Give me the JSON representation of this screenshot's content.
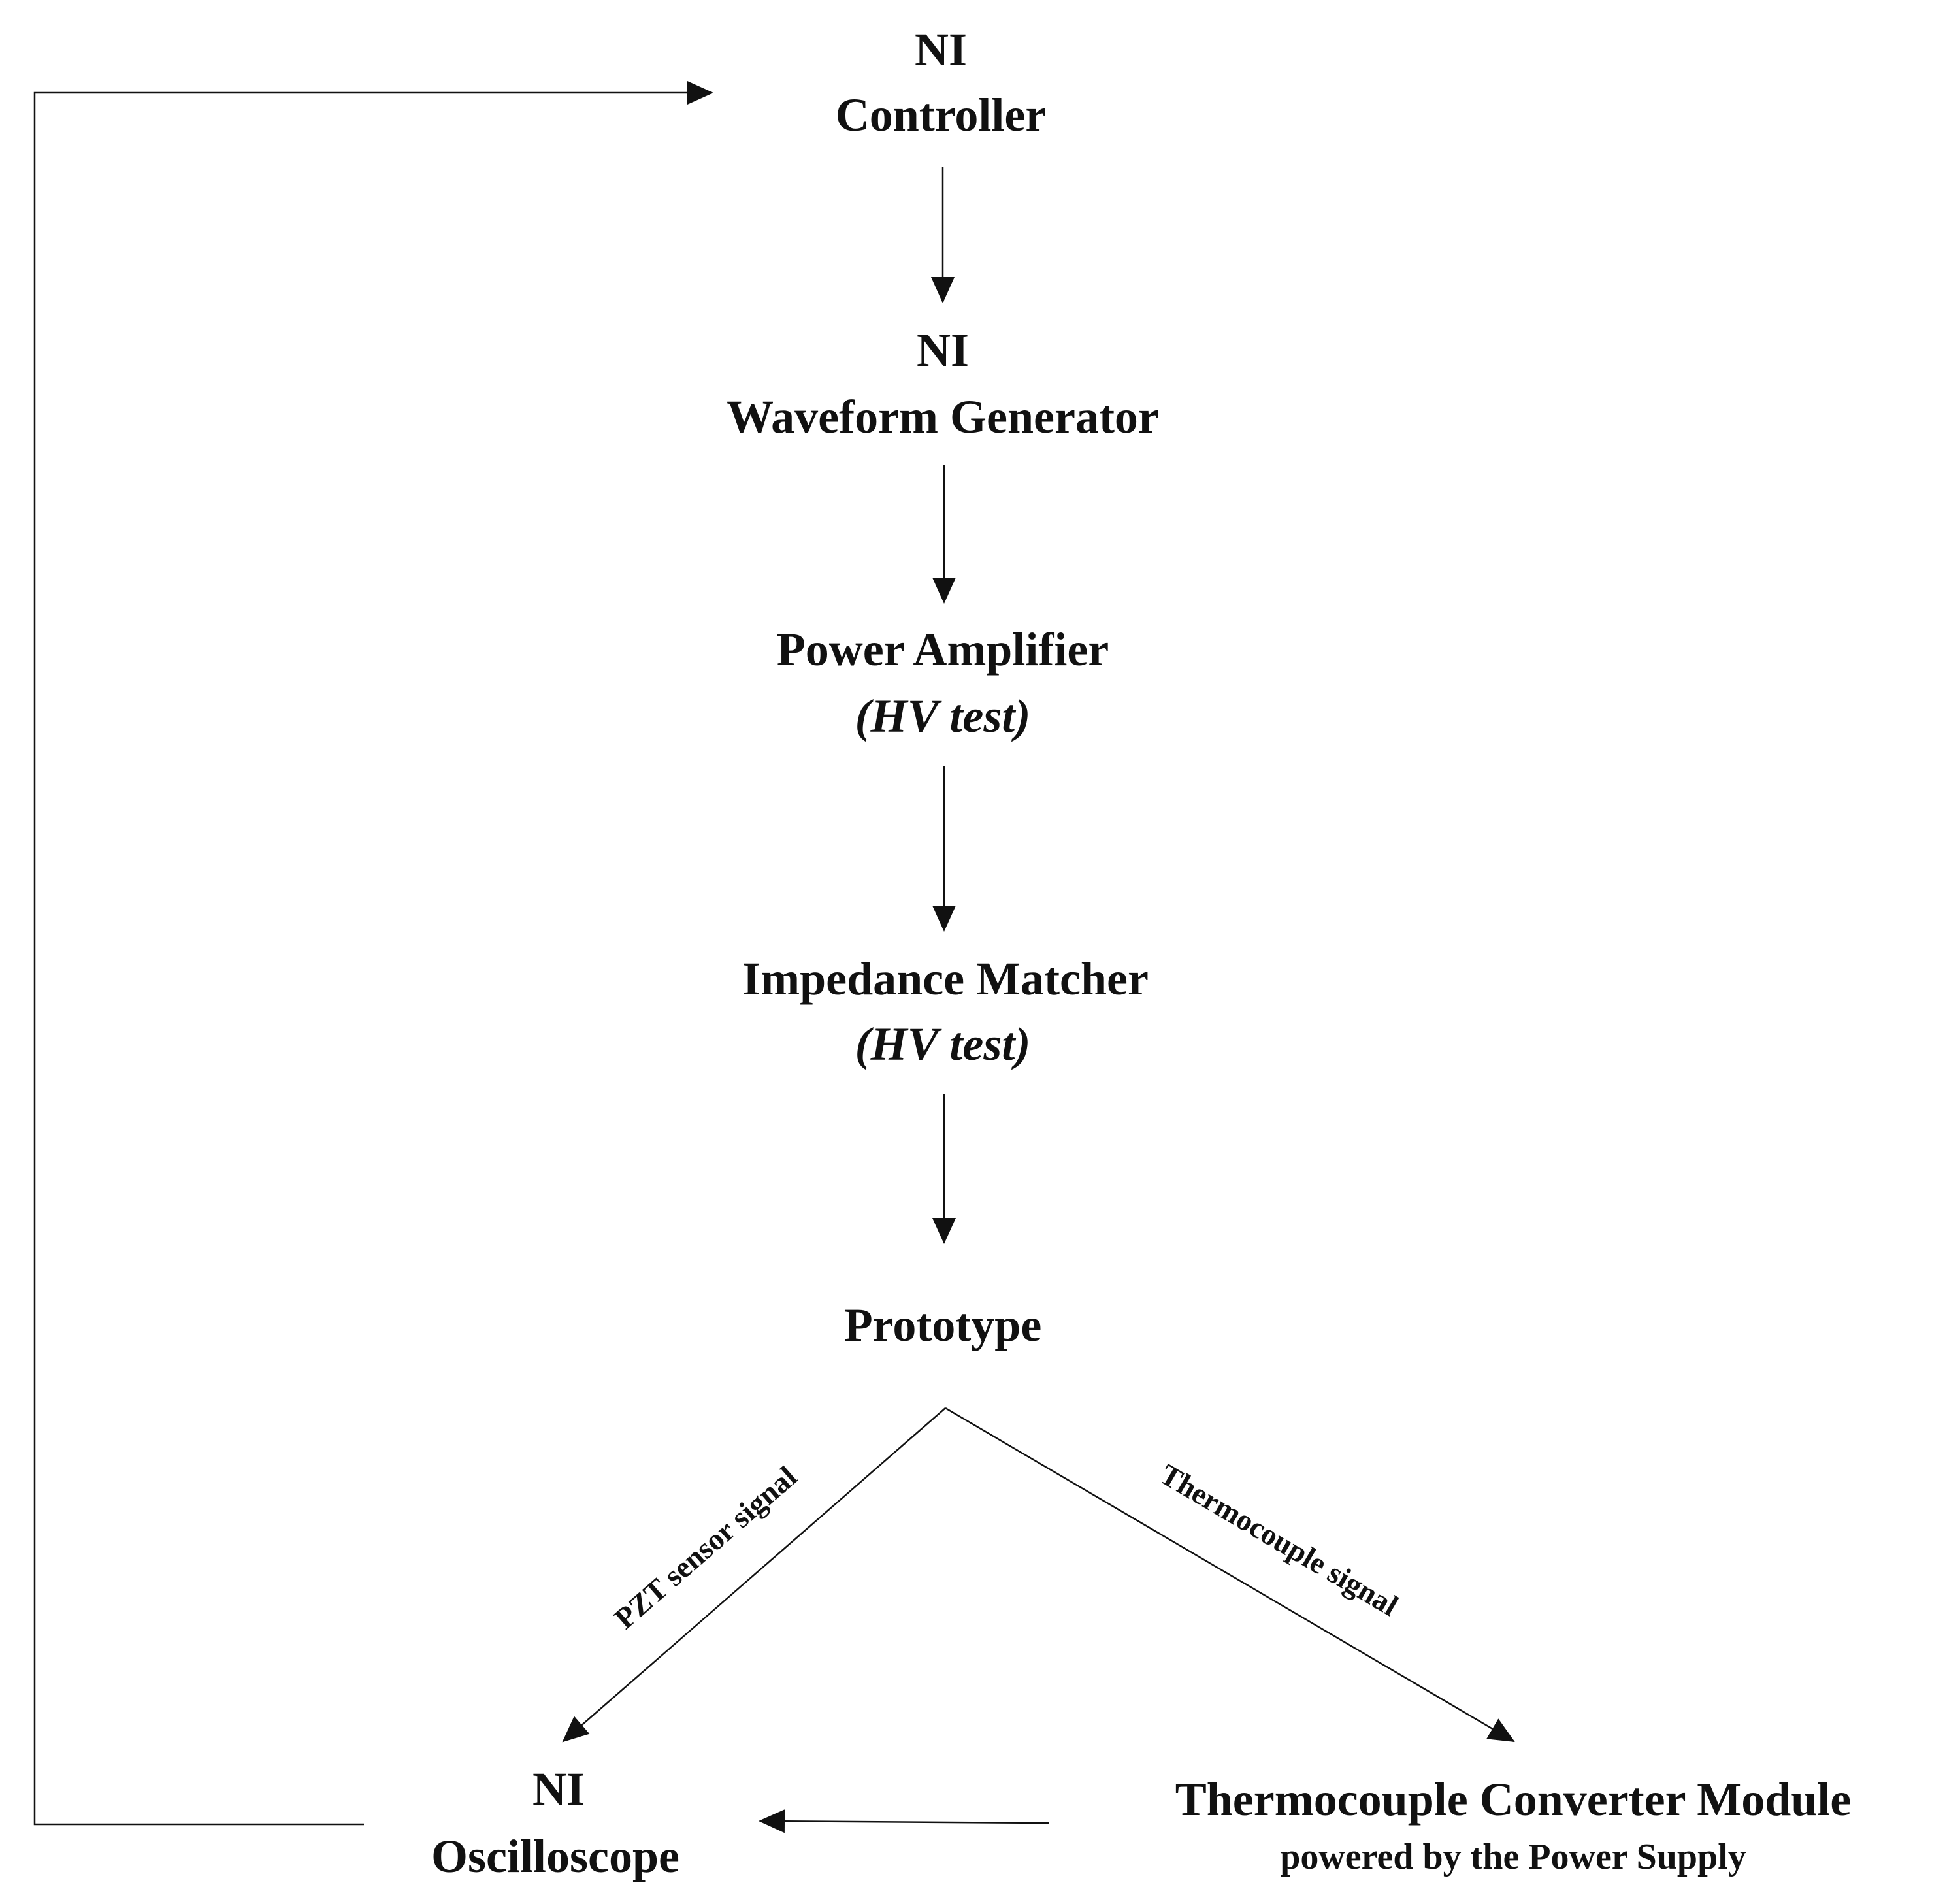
{
  "nodes": {
    "controller": {
      "line1": "NI",
      "line2": "Controller"
    },
    "waveform_generator": {
      "line1": "NI",
      "line2": "Waveform Generator"
    },
    "power_amplifier": {
      "line1": "Power Amplifier",
      "line2": "(HV test)"
    },
    "impedance_matcher": {
      "line1": "Impedance Matcher",
      "line2": "(HV test)"
    },
    "prototype": {
      "line1": "Prototype"
    },
    "oscilloscope": {
      "line1": "NI",
      "line2": "Oscilloscope"
    },
    "thermocouple_converter": {
      "line1": "Thermocouple Converter Module",
      "line2": "powered by the Power Supply"
    }
  },
  "edges": {
    "pzt_signal": "PZT sensor signal",
    "thermocouple_signal": "Thermocouple signal"
  }
}
